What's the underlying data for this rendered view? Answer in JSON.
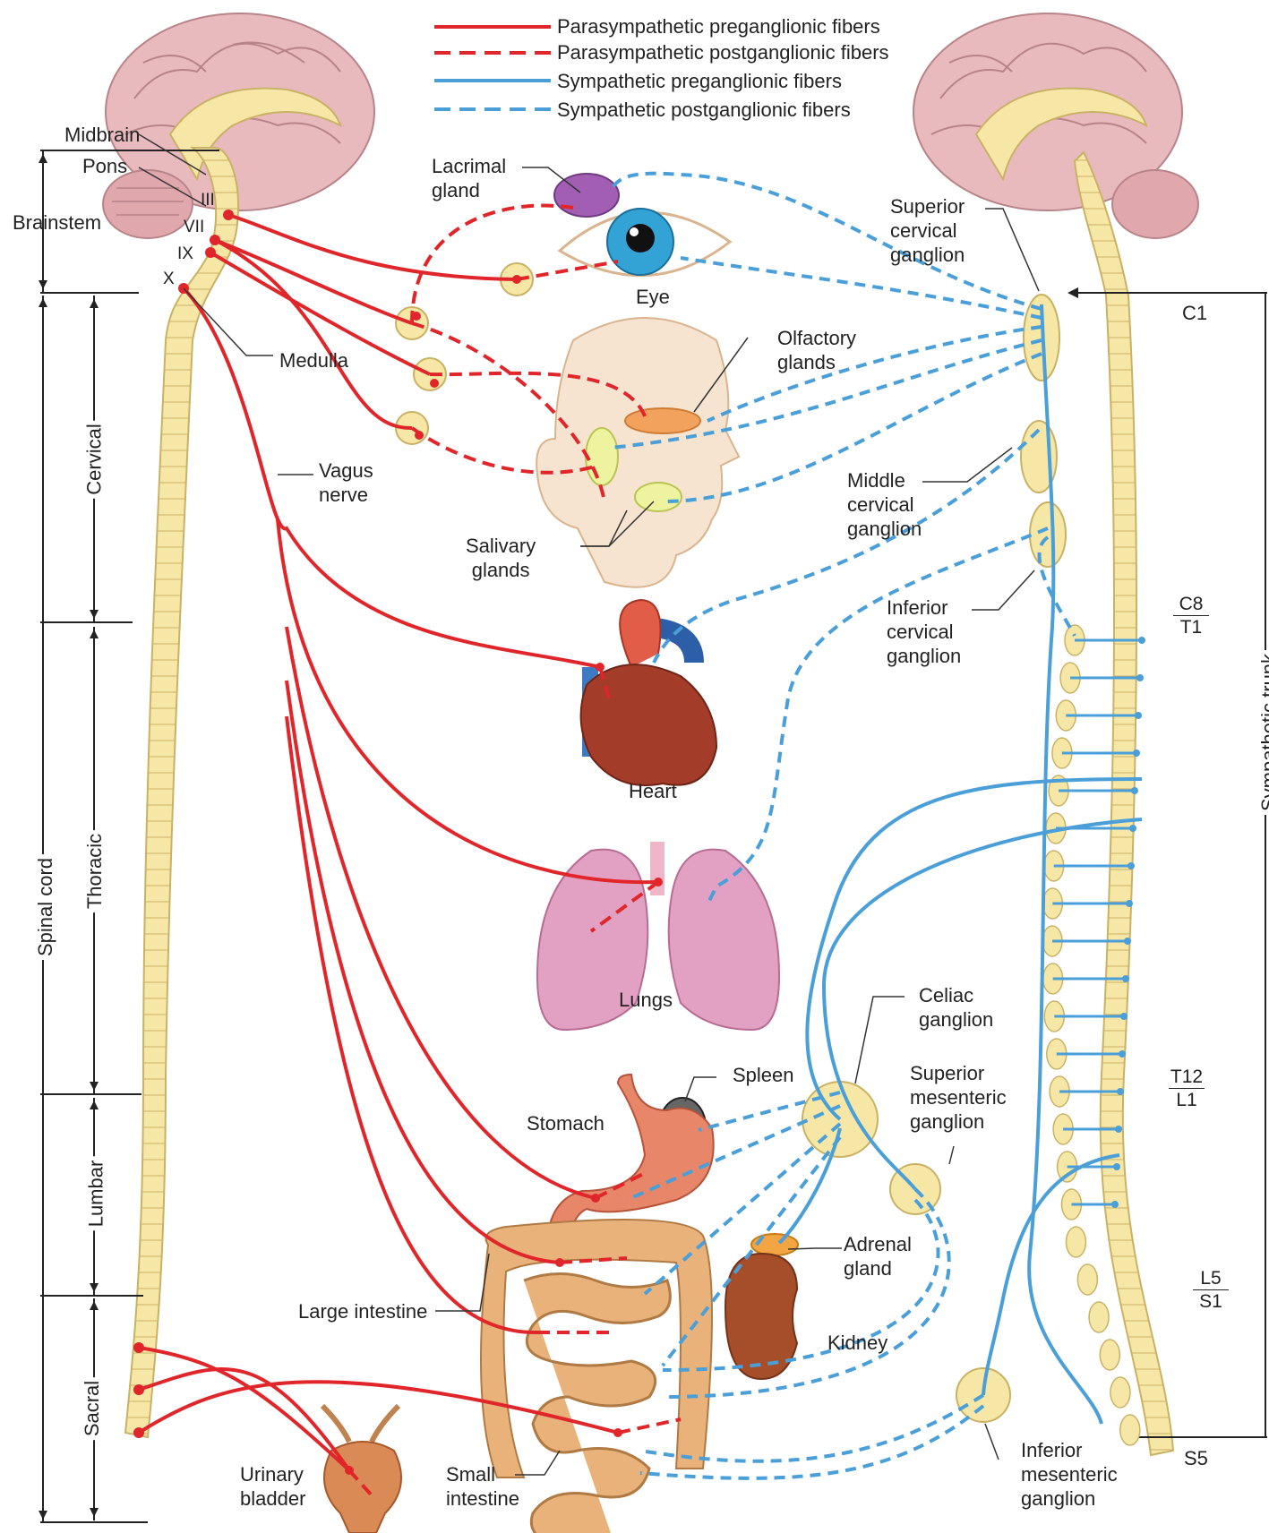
{
  "legend": [
    {
      "label": "Parasympathetic preganglionic fibers",
      "color": "#e0262a",
      "style": "solid"
    },
    {
      "label": "Parasympathetic postganglionic fibers",
      "color": "#e0262a",
      "style": "dashed"
    },
    {
      "label": "Sympathetic preganglionic fibers",
      "color": "#4a9fd8",
      "style": "solid"
    },
    {
      "label": "Sympathetic postganglionic fibers",
      "color": "#4a9fd8",
      "style": "dashed"
    }
  ],
  "brain_labels": {
    "midbrain": "Midbrain",
    "pons": "Pons",
    "brainstem": "Brainstem",
    "medulla": "Medulla",
    "nerve_iii": "III",
    "nerve_vii": "VII",
    "nerve_ix": "IX",
    "nerve_x": "X"
  },
  "spinal_regions": {
    "spinal_cord": "Spinal cord",
    "cervical": "Cervical",
    "thoracic": "Thoracic",
    "lumbar": "Lumbar",
    "sacral": "Sacral"
  },
  "organs": {
    "lacrimal_gland": [
      "Lacrimal",
      "gland"
    ],
    "eye": "Eye",
    "olfactory_glands": [
      "Olfactory",
      "glands"
    ],
    "salivary_glands": [
      "Salivary",
      "glands"
    ],
    "vagus_nerve": [
      "Vagus",
      "nerve"
    ],
    "heart": "Heart",
    "lungs": "Lungs",
    "spleen": "Spleen",
    "stomach": "Stomach",
    "large_intestine": "Large intestine",
    "small_intestine": [
      "Small",
      "intestine"
    ],
    "urinary_bladder": [
      "Urinary",
      "bladder"
    ],
    "adrenal_gland": [
      "Adrenal",
      "gland"
    ],
    "kidney": "Kidney"
  },
  "ganglia": {
    "superior_cervical": [
      "Superior",
      "cervical",
      "ganglion"
    ],
    "middle_cervical": [
      "Middle",
      "cervical",
      "ganglion"
    ],
    "inferior_cervical": [
      "Inferior",
      "cervical",
      "ganglion"
    ],
    "celiac": [
      "Celiac",
      "ganglion"
    ],
    "superior_mesenteric": [
      "Superior",
      "mesenteric",
      "ganglion"
    ],
    "inferior_mesenteric": [
      "Inferior",
      "mesenteric",
      "ganglion"
    ]
  },
  "segments": {
    "c1": "C1",
    "c8": "C8",
    "t1": "T1",
    "t12": "T12",
    "l1": "L1",
    "l5": "L5",
    "s1": "S1",
    "s5": "S5"
  },
  "sympathetic_trunk": "Sympathetic trunk",
  "colors": {
    "parasympathetic": "#e0262a",
    "sympathetic": "#4a9fd8",
    "cord": "#f6e7a6",
    "cord_outline": "#c9b266",
    "brain": "#e8b9bd"
  }
}
